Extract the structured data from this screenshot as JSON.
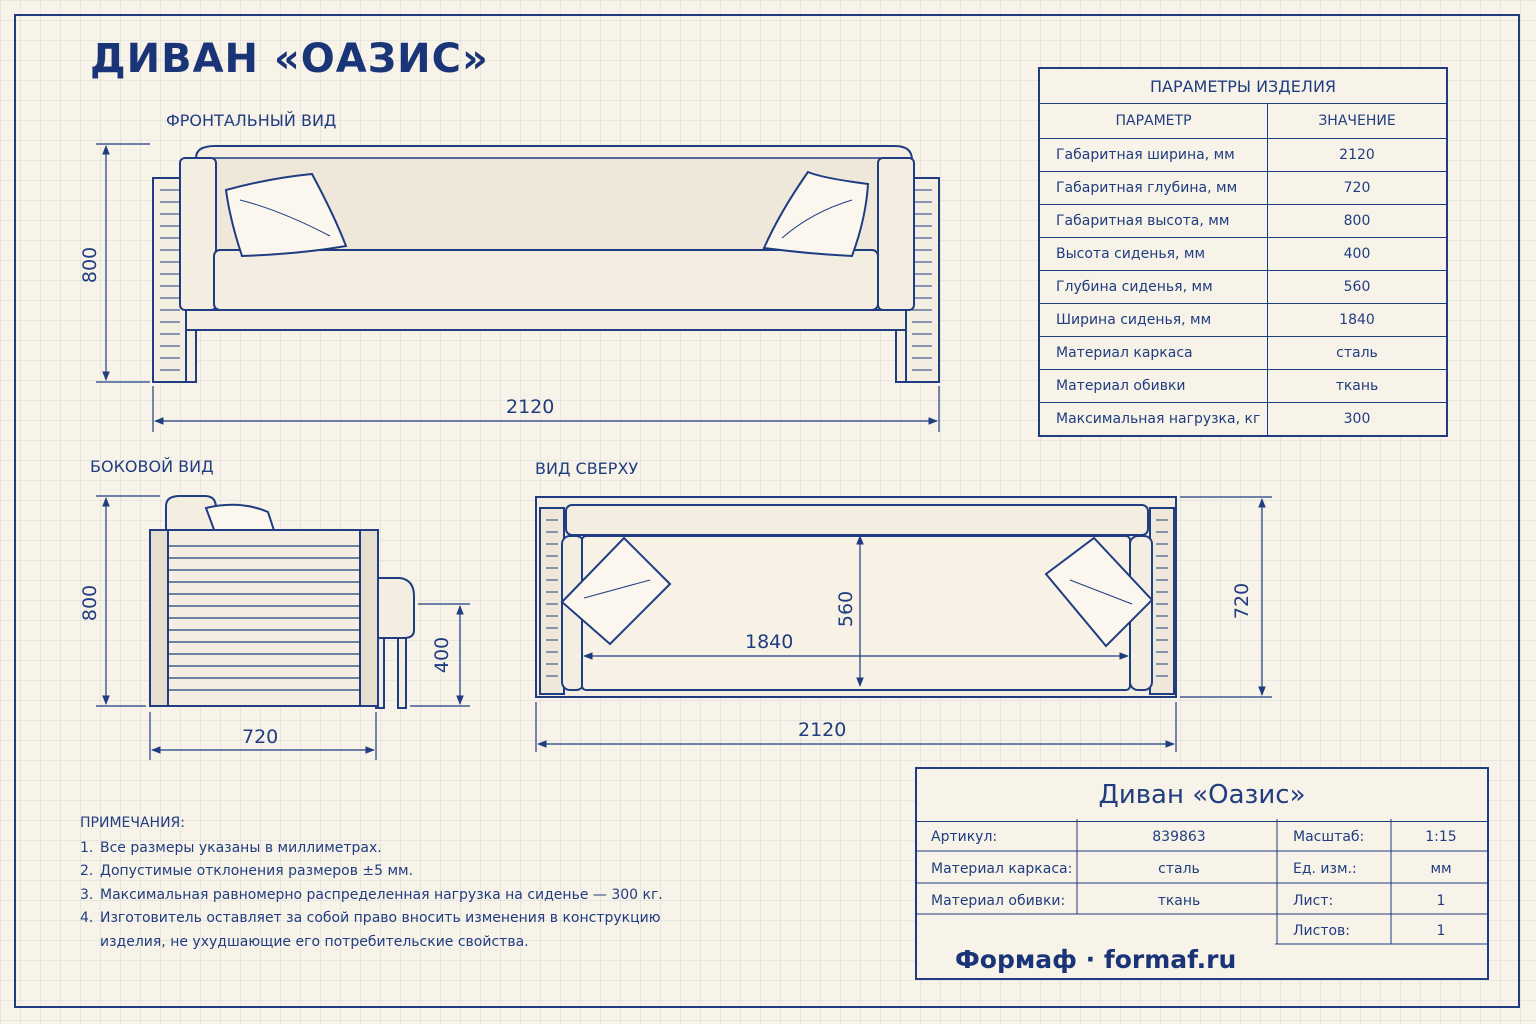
{
  "title": "ДИВАН «ОАЗИС»",
  "views": {
    "front": {
      "label": "ФРОНТАЛЬНЫЙ ВИД",
      "height": "800",
      "width": "2120"
    },
    "side": {
      "label": "БОКОВОЙ ВИД",
      "height": "800",
      "seat_height": "400",
      "depth": "720"
    },
    "top": {
      "label": "ВИД СВЕРХУ",
      "seat_width": "1840",
      "seat_depth": "560",
      "depth": "720",
      "width": "2120"
    }
  },
  "params_table": {
    "title": "ПАРАМЕТРЫ ИЗДЕЛИЯ",
    "col_param": "ПАРАМЕТР",
    "col_value": "ЗНАЧЕНИЕ",
    "rows": [
      {
        "param": "Габаритная ширина, мм",
        "value": "2120"
      },
      {
        "param": "Габаритная глубина, мм",
        "value": "720"
      },
      {
        "param": "Габаритная высота, мм",
        "value": "800"
      },
      {
        "param": "Высота сиденья, мм",
        "value": "400"
      },
      {
        "param": "Глубина сиденья, мм",
        "value": "560"
      },
      {
        "param": "Ширина сиденья, мм",
        "value": "1840"
      },
      {
        "param": "Материал каркаса",
        "value": "сталь"
      },
      {
        "param": "Материал обивки",
        "value": "ткань"
      },
      {
        "param": "Максимальная нагрузка, кг",
        "value": "300"
      }
    ]
  },
  "notes": {
    "heading": "ПРИМЕЧАНИЯ:",
    "items": [
      {
        "num": "1.",
        "text": "Все размеры указаны в миллиметрах."
      },
      {
        "num": "2.",
        "text": "Допустимые отклонения размеров ±5 мм."
      },
      {
        "num": "3.",
        "text": "Максимальная равномерно распределенная нагрузка на сиденье — 300 кг."
      },
      {
        "num": "4.",
        "text": "Изготовитель оставляет за собой право вносить изменения в конструкцию"
      },
      {
        "num": "",
        "text": "изделия, не ухудшающие его потребительские свойства."
      }
    ]
  },
  "stamp": {
    "title": "Диван «Оазис»",
    "article_label": "Артикул:",
    "article_value": "839863",
    "frame_label": "Материал каркаса:",
    "frame_value": "сталь",
    "upholstery_label": "Материал обивки:",
    "upholstery_value": "ткань",
    "scale_label": "Масштаб:",
    "scale_value": "1:15",
    "unit_label": "Ед. изм.:",
    "unit_value": "мм",
    "sheet_label": "Лист:",
    "sheet_value": "1",
    "sheets_label": "Листов:",
    "sheets_value": "1",
    "brand": "Формаф · formaf.ru"
  }
}
